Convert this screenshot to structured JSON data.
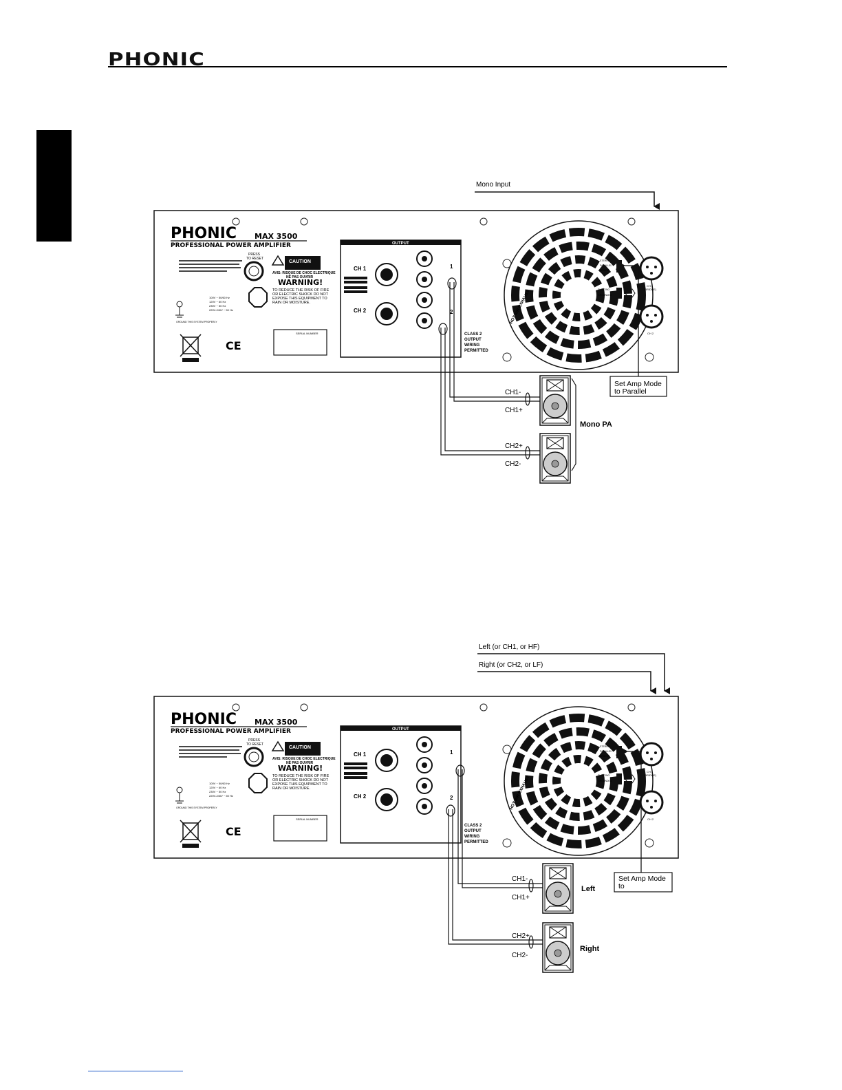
{
  "header": {
    "brand": "PHONIC"
  },
  "diagram1": {
    "input_label": "Mono Input",
    "mode_note": [
      "Set Amp Mode",
      "to Parallel"
    ],
    "group_label": "Mono PA",
    "wire_labels": [
      "CH1-",
      "CH1+",
      "CH2+",
      "CH2-"
    ]
  },
  "diagram2": {
    "input_labels": [
      "Left (or CH1, or HF)",
      "Right (or CH2, or LF)"
    ],
    "mode_note": [
      "Set Amp Mode",
      "to"
    ],
    "speaker_labels": [
      "Left",
      "Right"
    ],
    "wire_labels": [
      "CH1-",
      "CH1+",
      "CH2+",
      "CH2-"
    ]
  },
  "panel": {
    "brand": "PHONIC",
    "model": "MAX 3500",
    "subtitle": "PROFESSIONAL POWER AMPLIFIER",
    "reset_label": [
      "PRESS",
      "TO RESET"
    ],
    "caution": "CAUTION",
    "warning": "WARNING!",
    "warning_text": [
      "TO REDUCE THE RISK OF FIRE",
      "OR ELECTRIC SHOCK DO NOT",
      "EXPOSE THIS EQUIPMENT TO",
      "RAIN OR MOISTURE."
    ],
    "avis": "AVIS: RISQUE DE CHOC ELECTRIQUE",
    "avis2": "NE PAS OUVRIR",
    "voltages": [
      "100V ~ 50/60 Hz",
      "120V ~ 60 Hz",
      "230V ~ 50 Hz",
      "220V-240V ~ 50 Hz"
    ],
    "ground_note": "GROUND THIS SYSTEM PROPERLY",
    "ce": "CE",
    "serial": "SERIAL NUMBER",
    "output_title": "OUTPUT",
    "ch1": "CH 1",
    "ch2": "CH 2",
    "class2": [
      "CLASS 2",
      "OUTPUT",
      "WIRING",
      "PERMITTED"
    ],
    "exhaust": "HOT AIR EXHAUST",
    "mode_opts": [
      "STEREO",
      "PARALLEL",
      "BRIDGE"
    ],
    "ground_opts": [
      "FLOATING",
      "GROUNDED"
    ],
    "ch1_in": [
      "CH 1",
      "(BRIDGE)"
    ],
    "ch2_in": "CH 2",
    "out_nums": [
      "1",
      "2"
    ]
  }
}
